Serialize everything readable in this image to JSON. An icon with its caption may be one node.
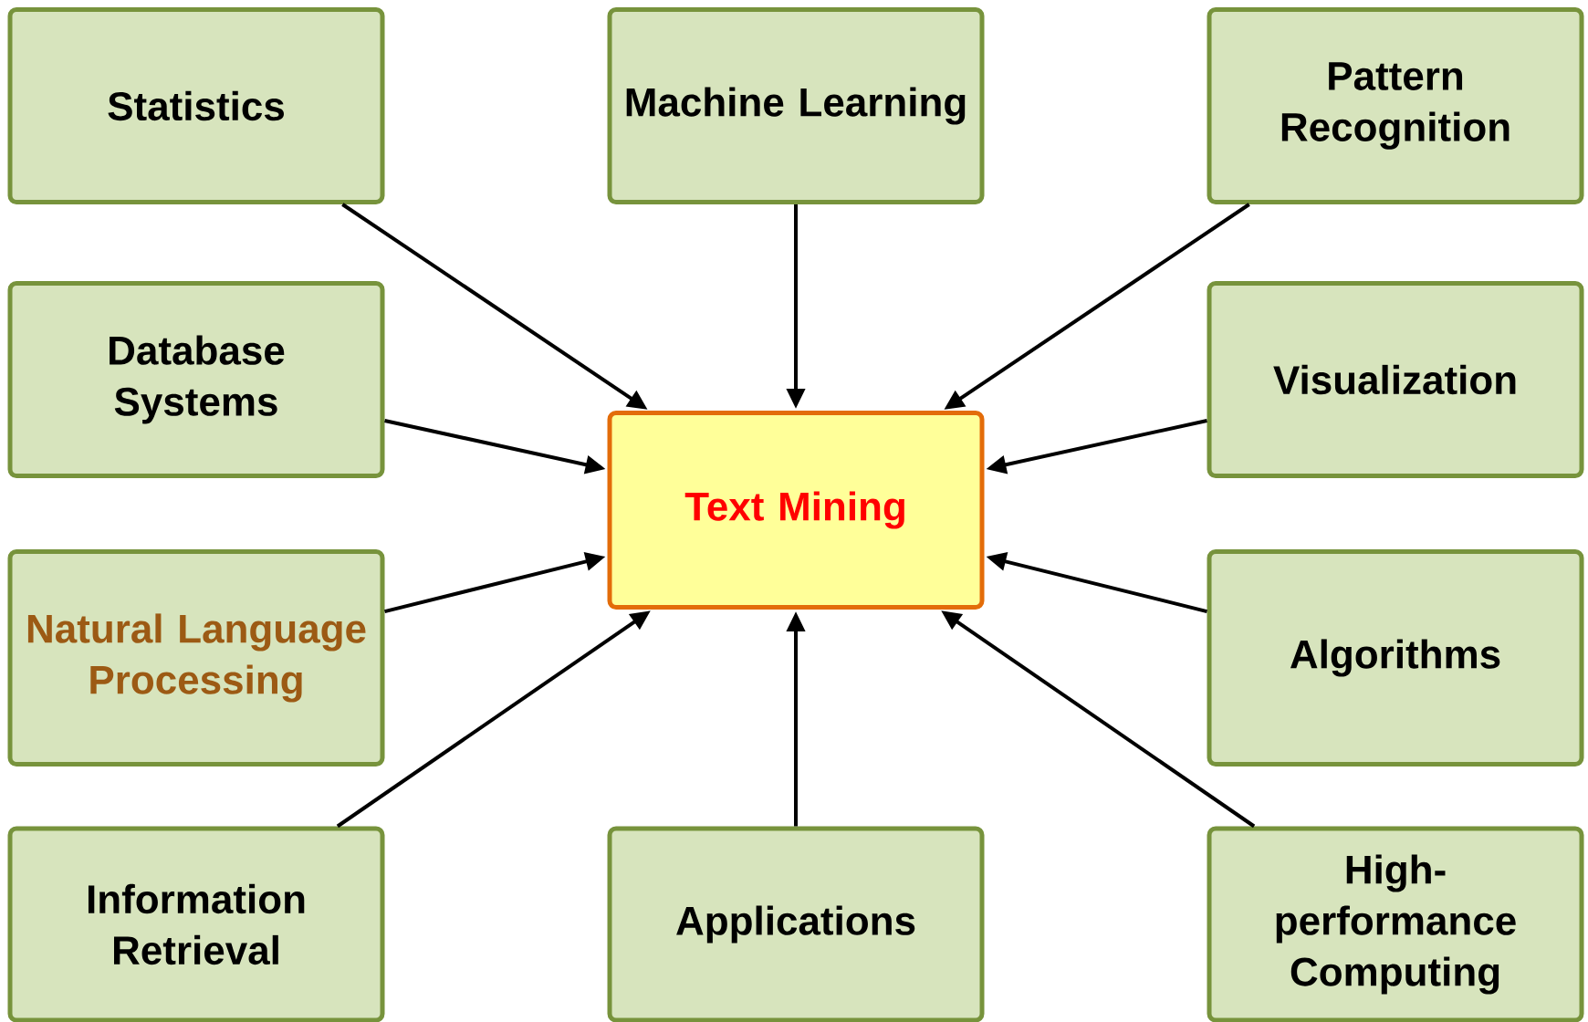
{
  "diagram": {
    "nodes": [
      {
        "text": [
          "Statistics"
        ]
      },
      {
        "text": [
          "Machine Learning"
        ]
      },
      {
        "text": [
          "Pattern Recognition"
        ]
      },
      {
        "text": [
          "Database Systems"
        ]
      },
      {
        "text": [
          "Visualization"
        ]
      },
      {
        "text": [
          "Text Mining"
        ]
      },
      {
        "text": [
          "Natural Language Processing"
        ]
      },
      {
        "text": [
          "Algorithms"
        ]
      },
      {
        "text": [
          "Information Retrieval"
        ]
      },
      {
        "text": [
          "Applications"
        ]
      },
      {
        "text": [
          "High-performance Computing"
        ]
      }
    ],
    "edges": [
      {
        "from": 0,
        "to": 5,
        "arrow": "to"
      },
      {
        "from": 1,
        "to": 5,
        "arrow": "to"
      },
      {
        "from": 2,
        "to": 5,
        "arrow": "to"
      },
      {
        "from": 3,
        "to": 5,
        "arrow": "to"
      },
      {
        "from": 4,
        "to": 5,
        "arrow": "to"
      },
      {
        "from": 6,
        "to": 5,
        "arrow": "to"
      },
      {
        "from": 7,
        "to": 5,
        "arrow": "to"
      },
      {
        "from": 8,
        "to": 5,
        "arrow": "to"
      },
      {
        "from": 9,
        "to": 5,
        "arrow": "to"
      },
      {
        "from": 10,
        "to": 5,
        "arrow": "to"
      }
    ]
  }
}
